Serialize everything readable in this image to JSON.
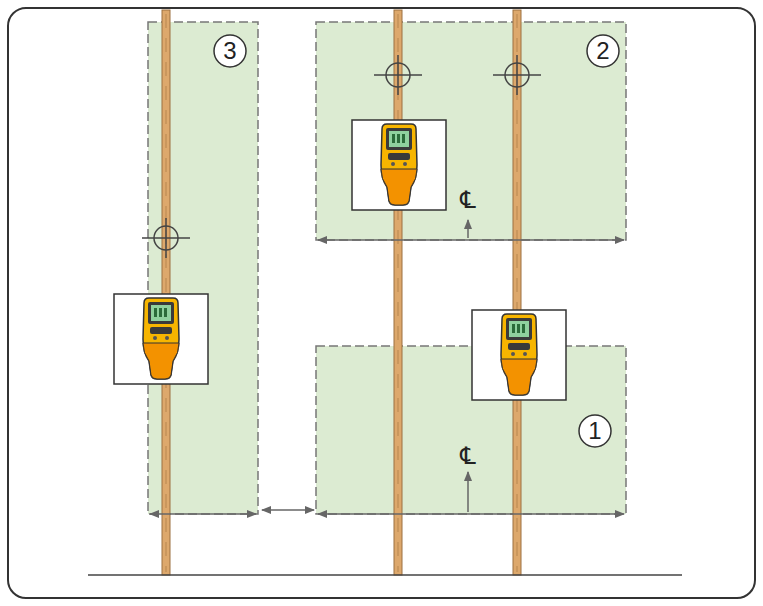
{
  "diagram": {
    "labels": [
      "3",
      "2",
      "1",
      "℄",
      "℄"
    ]
  }
}
